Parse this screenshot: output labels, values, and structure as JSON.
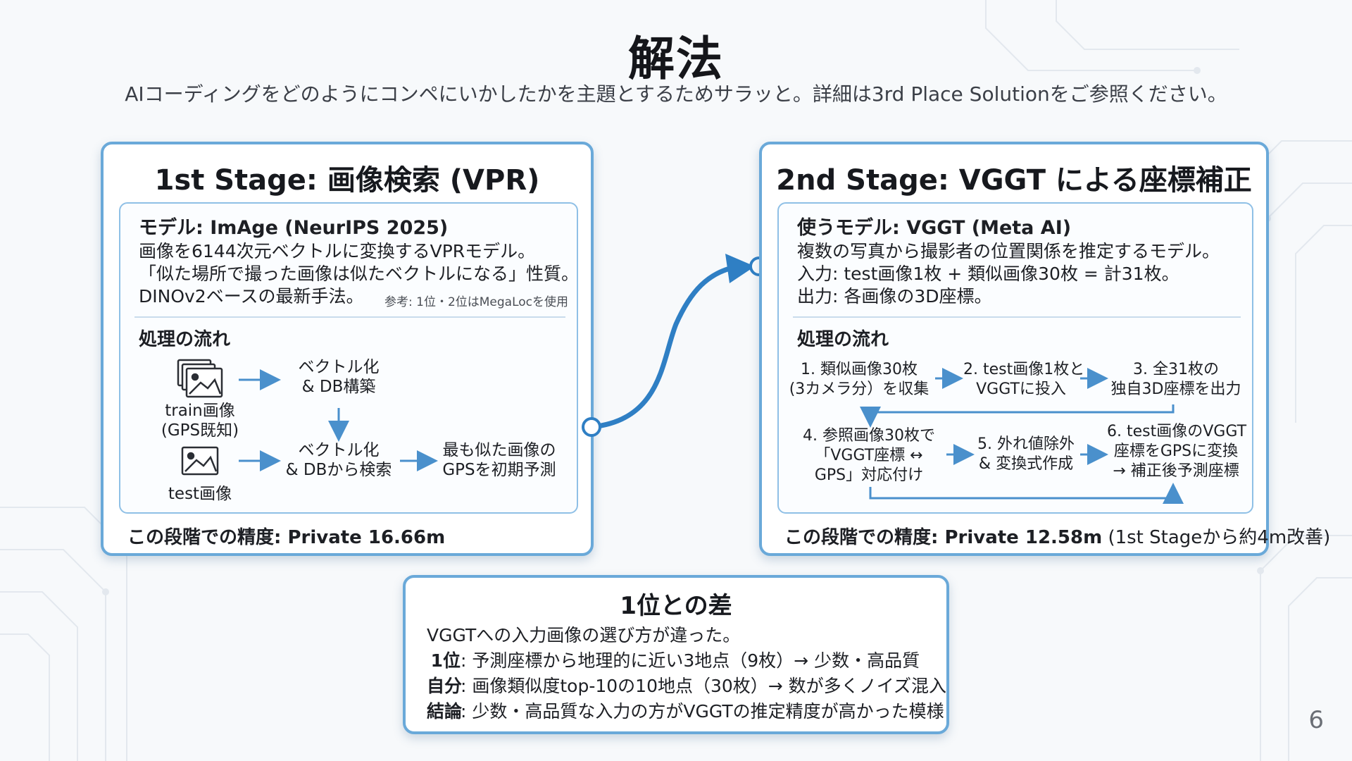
{
  "slide": {
    "title": "解法",
    "subtitle": "AIコーディングをどのようにコンペにいかしたかを主題とするためサラッと。詳細は3rd Place Solutionをご参照ください。",
    "page_number": "6"
  },
  "stage1": {
    "title": "1st Stage: 画像検索 (VPR)",
    "model_heading": "モデル: ImAge (NeurIPS 2025)",
    "model_lines": [
      "画像を6144次元ベクトルに変換するVPRモデル。",
      "「似た場所で撮った画像は似たベクトルになる」性質。",
      "DINOv2ベースの最新手法。"
    ],
    "note": "参考: 1位・2位はMegaLocを使用",
    "flow_heading": "処理の流れ",
    "train_label": [
      "train画像",
      "(GPS既知)"
    ],
    "vectorize_db_build": [
      "ベクトル化",
      "& DB構築"
    ],
    "test_label": "test画像",
    "vectorize_db_search": [
      "ベクトル化",
      "& DBから検索"
    ],
    "result": [
      "最も似た画像の",
      "GPSを初期予測"
    ],
    "accuracy": "この段階での精度: Private 16.66m"
  },
  "stage2": {
    "title": "2nd Stage: VGGT による座標補正",
    "model_heading": "使うモデル: VGGT (Meta AI)",
    "model_lines": [
      "複数の写真から撮影者の位置関係を推定するモデル。",
      "入力: test画像1枚 + 類似画像30枚 = 計31枚。",
      "出力: 各画像の3D座標。"
    ],
    "flow_heading": "処理の流れ",
    "steps": [
      [
        "1. 類似画像30枚",
        "(3カメラ分）を収集"
      ],
      [
        "2. test画像1枚と",
        "VGGTに投入"
      ],
      [
        "3. 全31枚の",
        "独自3D座標を出力"
      ],
      [
        "4. 参照画像30枚で",
        "「VGGT座標 ↔",
        "GPS」対応付け"
      ],
      [
        "5. 外れ値除外",
        "& 変換式作成"
      ],
      [
        "6. test画像のVGGT",
        "座標をGPSに変換",
        "→ 補正後予測座標"
      ]
    ],
    "accuracy_bold": "この段階での精度: Private 12.58m",
    "accuracy_note": "(1st Stageから約4m改善)"
  },
  "diff": {
    "title": "1位との差",
    "lead": "VGGTへの入力画像の選び方が違った。",
    "rows": [
      {
        "label": "1位",
        "text": ": 予測座標から地理的に近い3地点（9枚）→ 少数・高品質"
      },
      {
        "label": "自分",
        "text": ": 画像類似度top-10の10地点（30枚）→ 数が多くノイズ混入"
      },
      {
        "label": "結論",
        "text": ": 少数・高品質な入力の方がVGGTの推定精度が高かった模様"
      }
    ]
  },
  "colors": {
    "panel_border": "#6aa9d9",
    "inner_border": "#8fc0e6",
    "arrow": "#4a90cc",
    "connector": "#2f7fc4"
  }
}
